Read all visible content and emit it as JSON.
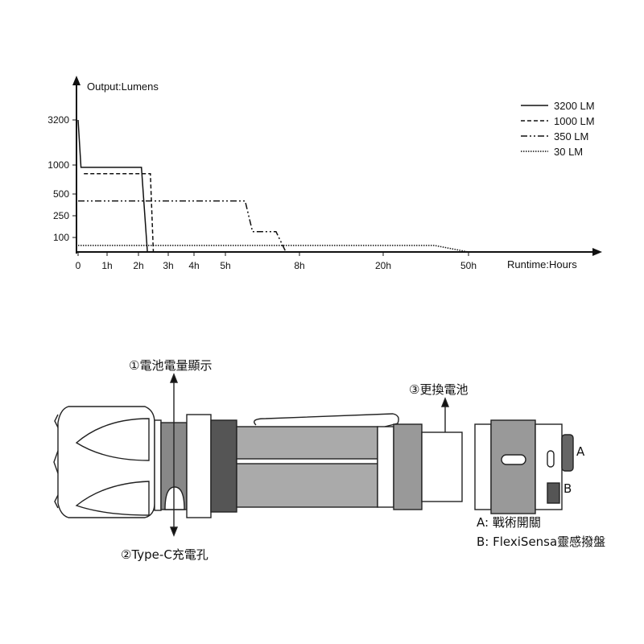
{
  "chart_data": {
    "type": "line",
    "ylabel": "Output:Lumens",
    "xlabel": "Runtime:Hours",
    "x_ticks": [
      "0",
      "1h",
      "2h",
      "3h",
      "4h",
      "5h",
      "8h",
      "20h",
      "50h"
    ],
    "x_tick_values": [
      0,
      1,
      2,
      3,
      4,
      5,
      8,
      20,
      50
    ],
    "y_ticks": [
      "3200",
      "1000",
      "500",
      "250",
      "100"
    ],
    "y_tick_values": [
      3200,
      1000,
      500,
      250,
      100
    ],
    "legend_position": "top-right",
    "series": [
      {
        "name": "3200 LM",
        "style": "solid",
        "points": [
          [
            0,
            3200
          ],
          [
            0.1,
            960
          ],
          [
            2.1,
            960
          ],
          [
            2.3,
            0
          ]
        ]
      },
      {
        "name": "1000 LM",
        "style": "dashed",
        "points": [
          [
            0.2,
            850
          ],
          [
            2.4,
            850
          ],
          [
            2.5,
            0
          ]
        ]
      },
      {
        "name": "350 LM",
        "style": "dashdot",
        "points": [
          [
            0,
            420
          ],
          [
            5.8,
            420
          ],
          [
            6.1,
            140
          ],
          [
            7.05,
            140
          ],
          [
            7.45,
            0
          ]
        ]
      },
      {
        "name": "30 LM",
        "style": "dotted",
        "points": [
          [
            0,
            45
          ],
          [
            38,
            45
          ],
          [
            50,
            0
          ]
        ]
      }
    ]
  },
  "labels": {
    "battery_indicator": "①電池電量顯示",
    "type_c_port": "②Type-C充電孔",
    "replace_battery": "③更換電池",
    "marker_a": "A",
    "marker_b": "B",
    "legend_a": "A:  戰術開關",
    "legend_b": "B:  FlexiSensa靈感撥盤"
  }
}
